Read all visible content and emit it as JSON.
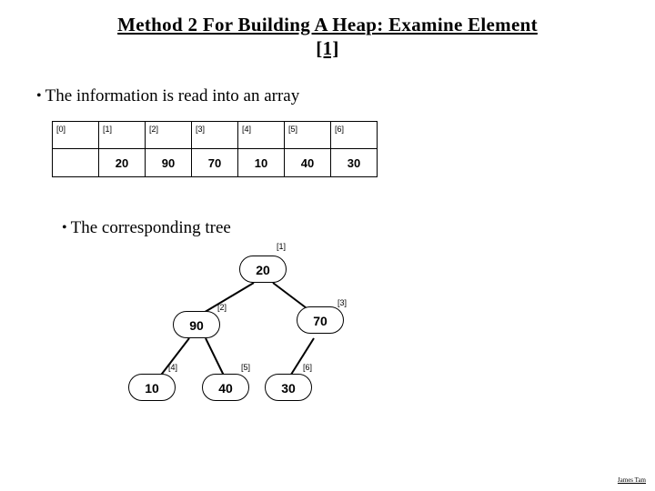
{
  "title": {
    "line1": "Method 2 For Building A Heap: Examine Element",
    "line2": "[1]"
  },
  "bullets": {
    "first": "The information is read into an array",
    "second": "The corresponding tree",
    "marker": "•"
  },
  "array": {
    "indices": [
      "[0]",
      "[1]",
      "[2]",
      "[3]",
      "[4]",
      "[5]",
      "[6]"
    ],
    "values": [
      "",
      "20",
      "90",
      "70",
      "10",
      "40",
      "30"
    ]
  },
  "tree": {
    "nodes": [
      {
        "label": "[1]",
        "value": "20"
      },
      {
        "label": "[2]",
        "value": "90"
      },
      {
        "label": "[3]",
        "value": "70"
      },
      {
        "label": "[4]",
        "value": "10"
      },
      {
        "label": "[5]",
        "value": "40"
      },
      {
        "label": "[6]",
        "value": "30"
      }
    ]
  },
  "footer": "James Tam",
  "colors": {
    "background": "#ffffff",
    "foreground": "#000000"
  }
}
